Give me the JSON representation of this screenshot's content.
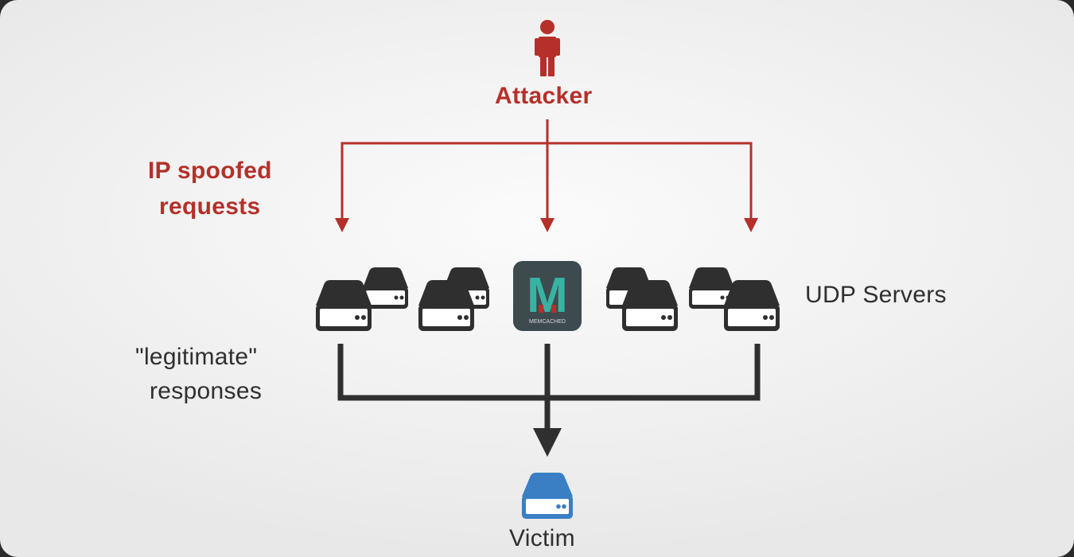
{
  "labels": {
    "attacker": "Attacker",
    "spoofed_line1": "IP spoofed",
    "spoofed_line2": "requests",
    "udp_servers": "UDP Servers",
    "legit_line1": "\"legitimate\"",
    "legit_line2": "responses",
    "victim": "Victim",
    "memcached_badge": "MEMCACHED",
    "memcached_letter": "M"
  },
  "colors": {
    "attack_red": "#b5302a",
    "response_dark": "#2f2f2f",
    "server_body": "#2f2f2f",
    "victim_blue": "#3a7fc4",
    "memcached_bg": "#3d4b4f",
    "memcached_letter": "#37b3a4"
  },
  "icons": {
    "attacker": "person-icon",
    "server": "server-icon",
    "memcached": "memcached-logo-icon",
    "victim": "server-icon"
  }
}
